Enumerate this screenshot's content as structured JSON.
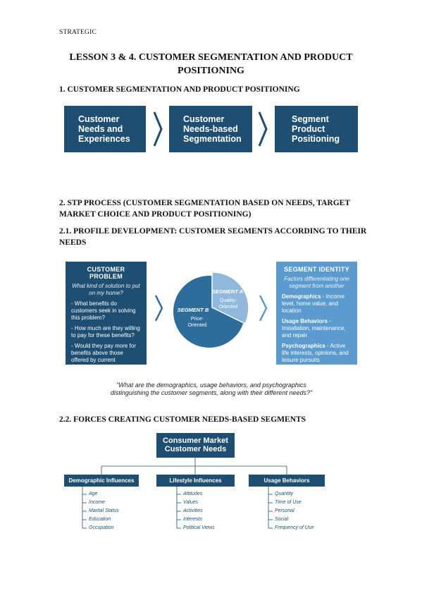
{
  "header": {
    "tag": "STRATEGIC"
  },
  "title": "LESSON 3 & 4. CUSTOMER SEGMENTATION AND PRODUCT POSITIONING",
  "section1": {
    "heading": "1. CUSTOMER SEGMENTATION AND PRODUCT POSITIONING",
    "flow": [
      {
        "line1": "Customer",
        "line2": "Needs and",
        "line3": "Experiences"
      },
      {
        "line1": "Customer",
        "line2": "Needs-based",
        "line3": "Segmentation"
      },
      {
        "line1": "Segment",
        "line2": "Product",
        "line3": "Positioning"
      }
    ]
  },
  "section2": {
    "heading": "2. STP PROCESS (CUSTOMER SEGMENTATION BASED ON NEEDS, TARGET MARKET CHOICE AND PRODUCT POSITIONING)"
  },
  "section21": {
    "heading": "2.1. PROFILE DEVELOPMENT: CUSTOMER SEGMENTS ACCORDING TO THEIR NEEDS",
    "problem": {
      "title": "CUSTOMER PROBLEM",
      "intro": "What kind of solution to put on my home?",
      "bullets": [
        "- What benefits do customers seek in solving this problem?",
        "- How much are they willing to pay for these benefits?",
        "- Would they pay more for benefits above those offered by current products?"
      ]
    },
    "pie": {
      "segA_title": "SEGMENT A",
      "segA_text1": "Quality-",
      "segA_text2": "Oriented",
      "segB_title": "SEGMENT B",
      "segB_text1": "Price-",
      "segB_text2": "Oriented"
    },
    "identity": {
      "title": "SEGMENT IDENTITY",
      "intro": "Factors differentiating one segment from another",
      "bullets": [
        {
          "label": "Demographics",
          "text": " - Income level, home value, and location"
        },
        {
          "label": "Usage Behaviors",
          "text": " - Installation, maintenance, and repair"
        },
        {
          "label": "Psychographics",
          "text": " - Active life interests, opinions, and leisure pursuits"
        }
      ]
    },
    "quote": "\"What are the demographics, usage behaviors, and psychographics distinguishing the customer segments, along with their different needs?\""
  },
  "section22": {
    "heading": "2.2. FORCES CREATING CUSTOMER NEEDS-BASED SEGMENTS",
    "top_line1": "Consumer Market",
    "top_line2": "Customer Needs",
    "categories": [
      {
        "name": "Demographic Influences",
        "items": [
          "Age",
          "Income",
          "Marital Status",
          "Education",
          "Occupation"
        ]
      },
      {
        "name": "Lifestyle Influences",
        "items": [
          "Attitudes",
          "Values",
          "Activities",
          "Interests",
          "Political Views"
        ]
      },
      {
        "name": "Usage Behaviors",
        "items": [
          "Quantity",
          "Time of Use",
          "Personal",
          "Social",
          "Frequency of Use"
        ]
      }
    ]
  },
  "colors": {
    "navy": "#1e4f73",
    "light_blue": "#5b9bd0",
    "mid_blue": "#2e6c9b"
  }
}
